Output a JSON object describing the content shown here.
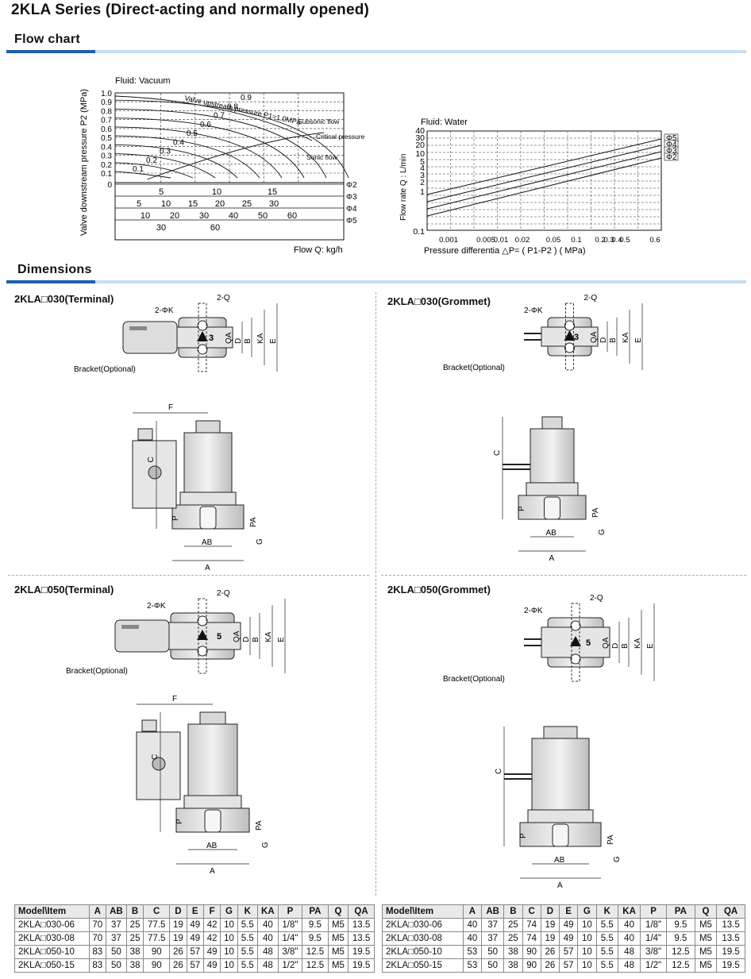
{
  "title": "2KLA Series (Direct-acting and normally opened)",
  "flow_chart_heading": "Flow chart",
  "dimensions_heading": "Dimensions",
  "chart_data": [
    {
      "type": "line",
      "title": "Fluid: Vacuum",
      "ylabel": "Valve downstream pressure  P2    (MPa)",
      "xlabel": "Flow Q: kg/h",
      "y_ticks": [
        "1.0",
        "0.9",
        "0.8",
        "0.7",
        "0.6",
        "0.5",
        "0.4",
        "0.3",
        "0.2",
        "0.1",
        "0"
      ],
      "curve_labels": [
        "0.1",
        "0.2",
        "0.3",
        "0.4",
        "0.5",
        "0.6",
        "0.7",
        "0.8",
        "0.9"
      ],
      "annotations": [
        "Valve upstream pressure P1=1.0MPa",
        "Subsonic flow",
        "Critical pressure",
        "Sonic flow"
      ],
      "flow_scales": [
        {
          "name": "Φ2",
          "ticks": [
            "5",
            "10",
            "15"
          ]
        },
        {
          "name": "Φ3",
          "ticks": [
            "5",
            "10",
            "15",
            "20",
            "25",
            "30"
          ]
        },
        {
          "name": "Φ4",
          "ticks": [
            "10",
            "20",
            "30",
            "40",
            "50",
            "60"
          ]
        },
        {
          "name": "Φ5",
          "ticks": [
            "30",
            "60"
          ]
        }
      ]
    },
    {
      "type": "line",
      "title": "Fluid: Water",
      "ylabel": "Flow rate Q : L/min",
      "xlabel": "Pressure differentia  △P= ( P1-P2 )    ( MPa)",
      "y_ticks": [
        "40",
        "30",
        "20",
        "10",
        "5",
        "4",
        "3",
        "2",
        "1",
        "0.1"
      ],
      "x_ticks": [
        "0.001",
        "0.005",
        "0.01",
        "0.02",
        "0.05",
        "0.1",
        "0.2",
        "0.3",
        "0.4",
        "0.5",
        "0.6"
      ],
      "series": [
        {
          "name": "Φ5"
        },
        {
          "name": "Φ4"
        },
        {
          "name": "Φ3"
        },
        {
          "name": "Φ2"
        }
      ]
    }
  ],
  "drawings": [
    {
      "label": "2KLA□030(Terminal)"
    },
    {
      "label": "2KLA□030(Grommet)"
    },
    {
      "label": "2KLA□050(Terminal)"
    },
    {
      "label": "2KLA□050(Grommet)"
    }
  ],
  "dim_labels": {
    "q": "2-Q",
    "k": "2-ΦK",
    "bracket": "Bracket(Optional)",
    "qa": "QA",
    "d": "D",
    "b": "B",
    "ka": "KA",
    "e": "E",
    "f": "F",
    "c": "C",
    "p": "P",
    "pa": "PA",
    "g": "G",
    "ab": "AB",
    "a": "A",
    "port3": "3",
    "port5": "5"
  },
  "table_left": {
    "headers": [
      "Model\\Item",
      "A",
      "AB",
      "B",
      "C",
      "D",
      "E",
      "F",
      "G",
      "K",
      "KA",
      "P",
      "PA",
      "Q",
      "QA"
    ],
    "rows": [
      [
        "2KLA□030-06",
        "70",
        "37",
        "25",
        "77.5",
        "19",
        "49",
        "42",
        "10",
        "5.5",
        "40",
        "1/8\"",
        "9.5",
        "M5",
        "13.5"
      ],
      [
        "2KLA□030-08",
        "70",
        "37",
        "25",
        "77.5",
        "19",
        "49",
        "42",
        "10",
        "5.5",
        "40",
        "1/4\"",
        "9.5",
        "M5",
        "13.5"
      ],
      [
        "2KLA□050-10",
        "83",
        "50",
        "38",
        "90",
        "26",
        "57",
        "49",
        "10",
        "5.5",
        "48",
        "3/8\"",
        "12.5",
        "M5",
        "19.5"
      ],
      [
        "2KLA□050-15",
        "83",
        "50",
        "38",
        "90",
        "26",
        "57",
        "49",
        "10",
        "5.5",
        "48",
        "1/2\"",
        "12.5",
        "M5",
        "19.5"
      ]
    ]
  },
  "table_right": {
    "headers": [
      "Model\\Item",
      "A",
      "AB",
      "B",
      "C",
      "D",
      "E",
      "G",
      "K",
      "KA",
      "P",
      "PA",
      "Q",
      "QA"
    ],
    "rows": [
      [
        "2KLA□030-06",
        "40",
        "37",
        "25",
        "74",
        "19",
        "49",
        "10",
        "5.5",
        "40",
        "1/8\"",
        "9.5",
        "M5",
        "13.5"
      ],
      [
        "2KLA□030-08",
        "40",
        "37",
        "25",
        "74",
        "19",
        "49",
        "10",
        "5.5",
        "40",
        "1/4\"",
        "9.5",
        "M5",
        "13.5"
      ],
      [
        "2KLA□050-10",
        "53",
        "50",
        "38",
        "90",
        "26",
        "57",
        "10",
        "5.5",
        "48",
        "3/8\"",
        "12.5",
        "M5",
        "19.5"
      ],
      [
        "2KLA□050-15",
        "53",
        "50",
        "38",
        "90",
        "26",
        "57",
        "10",
        "5.5",
        "48",
        "1/2\"",
        "12.5",
        "M5",
        "19.5"
      ]
    ]
  }
}
